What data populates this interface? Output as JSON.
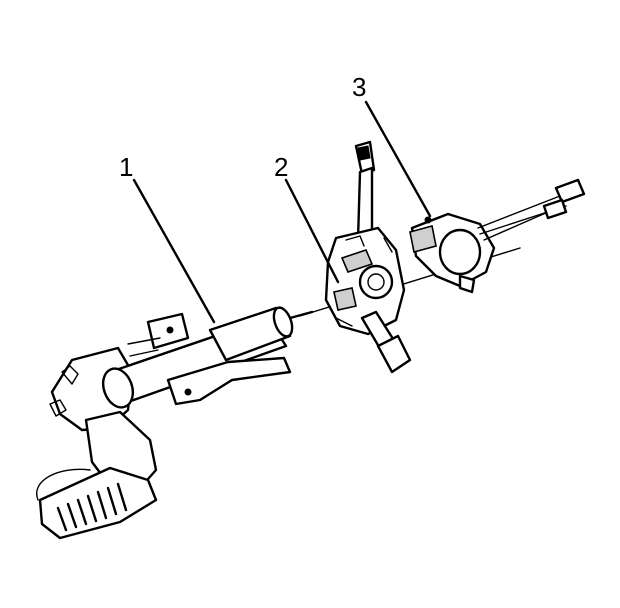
{
  "callouts": [
    {
      "id": "1",
      "label": "1"
    },
    {
      "id": "2",
      "label": "2"
    },
    {
      "id": "3",
      "label": "3"
    }
  ],
  "colors": {
    "line": "#000000",
    "background": "#ffffff",
    "shade": "#cfcfcf"
  }
}
